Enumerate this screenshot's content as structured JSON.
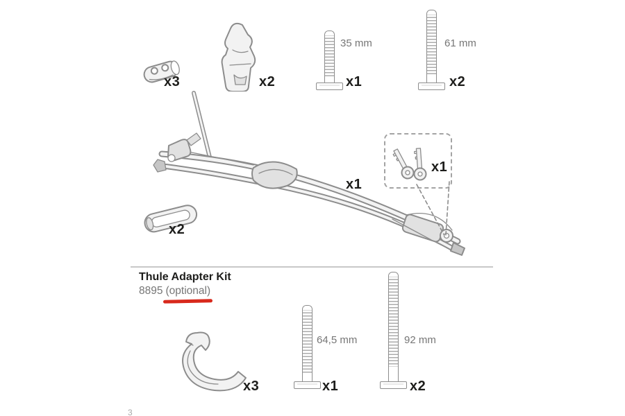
{
  "colors": {
    "outline": "#8c8c8c",
    "text_dark": "#1d1d1b",
    "text_gray": "#767676",
    "accent_red": "#d8291c",
    "divider": "#c8c8c8"
  },
  "parts": {
    "sleeve": {
      "qty": "x3"
    },
    "bracket": {
      "qty": "x2"
    },
    "bolt_35": {
      "qty": "x1",
      "dimension": "35 mm"
    },
    "bolt_61": {
      "qty": "x2",
      "dimension": "61 mm"
    },
    "carrier": {
      "qty": "x1"
    },
    "keys": {
      "qty": "x1"
    },
    "pad": {
      "qty": "x2"
    },
    "hook": {
      "qty": "x3"
    },
    "bolt_64_5": {
      "qty": "x1",
      "dimension": "64,5 mm"
    },
    "bolt_92": {
      "qty": "x2",
      "dimension": "92 mm"
    }
  },
  "adapter": {
    "title": "Thule Adapter Kit",
    "code": "8895",
    "optional": "(optional)"
  },
  "page": {
    "number": "3"
  }
}
